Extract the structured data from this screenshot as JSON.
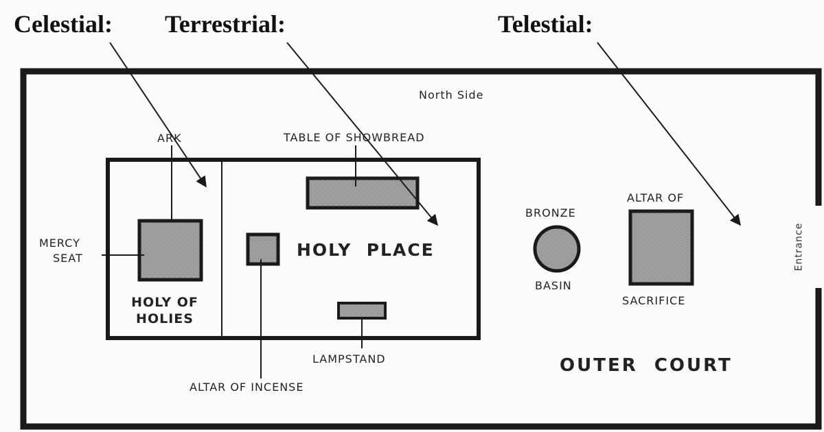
{
  "headers": {
    "celestial": "Celestial:",
    "terrestrial": "Terrestrial:",
    "telestial": "Telestial:"
  },
  "labels": {
    "north_side": "North Side",
    "entrance": "Entrance",
    "ark": "ARK",
    "mercy_seat_line1": "MERCY",
    "mercy_seat_line2": "SEAT",
    "holy_of_holies_line1": "HOLY OF",
    "holy_of_holies_line2": "HOLIES",
    "table_of_showbread": "TABLE OF SHOWBREAD",
    "holy_place": "HOLY  PLACE",
    "altar_of_incense": "ALTAR OF INCENSE",
    "lampstand": "LAMPSTAND",
    "bronze": "BRONZE",
    "basin": "BASIN",
    "altar_of": "ALTAR OF",
    "sacrifice": "SACRIFICE",
    "outer_court": "OUTER  COURT"
  },
  "colors": {
    "ink": "#1a1a1a",
    "fill": "#9c9c9c",
    "paper": "#fbfbfa"
  }
}
